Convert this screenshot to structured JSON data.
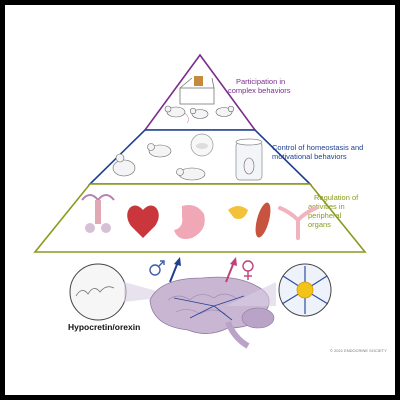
{
  "tiers": [
    {
      "lines": [
        "Participation in",
        "complex behaviors"
      ],
      "color": "#7b2d8e"
    },
    {
      "lines": [
        "Control of homeostasis and",
        "motivational behaviors"
      ],
      "color": "#1f3f8f"
    },
    {
      "lines": [
        "Regulation of",
        "activities in",
        "peripheral",
        "organs"
      ],
      "color": "#8a9a1e"
    }
  ],
  "brain_label": "Hypocretin/orexin",
  "copyright": "© 2021 ENDOCRINE SOCIETY",
  "icons": {
    "male": "male-symbol-icon",
    "female": "female-symbol-icon"
  },
  "colors": {
    "top_tier": "#7b2d8e",
    "middle_tier": "#1f3f8f",
    "bottom_tier": "#8a9a1e",
    "brain": "#c9b6d3",
    "neuron": "#f2c318"
  }
}
